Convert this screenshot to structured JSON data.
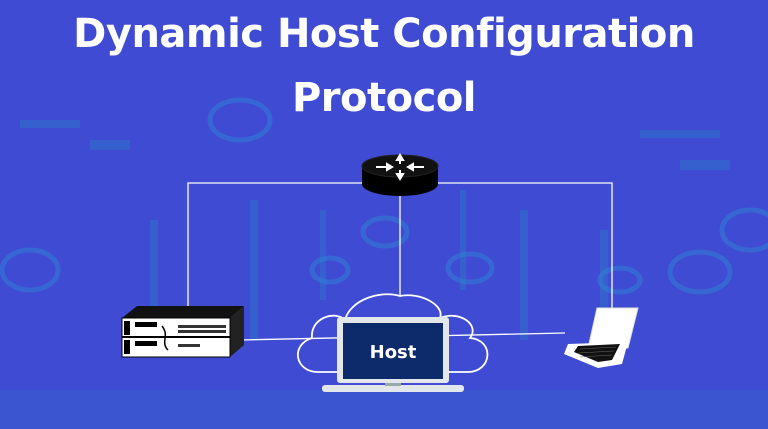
{
  "title": {
    "line1": "Dynamic Host Configuration",
    "line2": "Protocol"
  },
  "nodes": {
    "router": "router-icon",
    "server": "server-rack-icon",
    "host": {
      "label": "Host",
      "icon": "laptop-icon"
    },
    "cloud": "cloud-icon",
    "client": "laptop-icon"
  },
  "colors": {
    "background": "#3f4bd2",
    "pattern": "#2f73c9",
    "host_screen": "#0d2a6b",
    "line": "#ffffff"
  }
}
